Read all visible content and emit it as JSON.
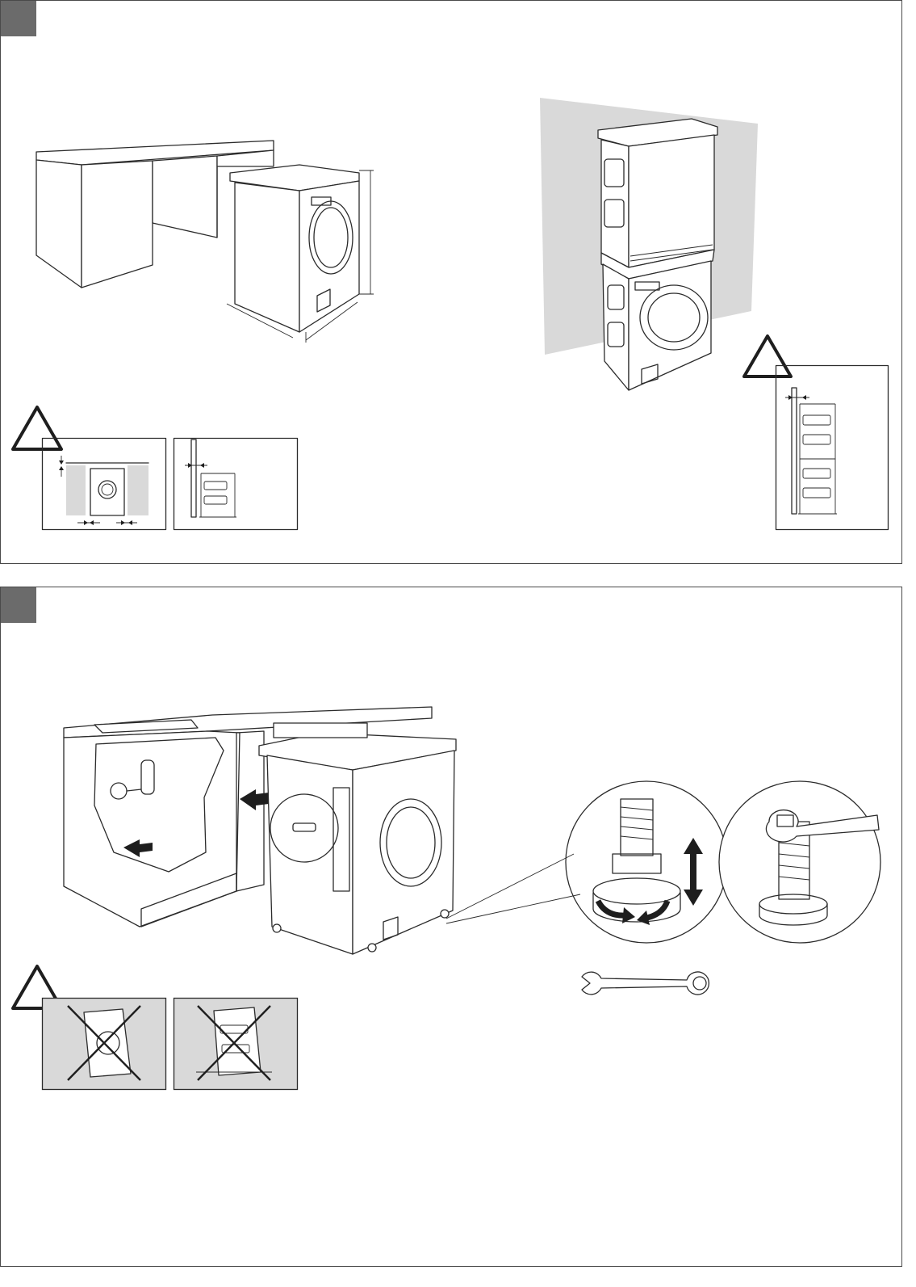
{
  "page": {
    "background": "#ffffff",
    "border_color": "#4a4a4a",
    "marker_color": "#6b6b6b"
  },
  "panels": [
    {
      "id": "panel-1",
      "figures": [
        "kitchen-gap-measurement",
        "stacked-dryer-on-washer",
        "warning-side-clearance",
        "warning-wall-clearance",
        "warning-stack-wall-clearance"
      ]
    },
    {
      "id": "panel-2",
      "figures": [
        "slide-into-cabinet",
        "foot-adjust-rotate",
        "foot-lock-nut-tighten",
        "wrench-tool",
        "warning-no-tilt-front",
        "warning-no-tilt-side"
      ]
    }
  ],
  "icons": [
    "warning-triangle-icon",
    "arrow-icon",
    "cross-icon",
    "wrench-icon",
    "spirit-level-icon",
    "rotate-arrow-icon",
    "vertical-double-arrow-icon"
  ],
  "colors": {
    "line": "#2b2b2b",
    "wall_gray": "#d9d9d9",
    "arrow_fill": "#1e1e1e"
  }
}
